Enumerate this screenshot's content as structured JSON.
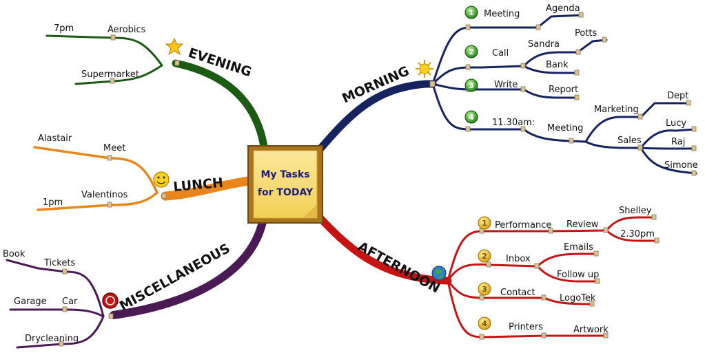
{
  "center": {
    "line1": "My Tasks",
    "line2": "for TODAY"
  },
  "branches": {
    "morning": {
      "label": "MORNING",
      "color": "#17235f",
      "icon": "sun-icon"
    },
    "afternoon": {
      "label": "AFTERNOON",
      "color": "#c41414",
      "icon": "globe-icon"
    },
    "evening": {
      "label": "EVENING",
      "color": "#1d5a16",
      "icon": "star-icon"
    },
    "lunch": {
      "label": "LUNCH",
      "color": "#e8861c",
      "icon": "smiley-icon"
    },
    "misc": {
      "label": "MISCELLANEOUS",
      "color": "#4a1a55",
      "icon": "stop-icon"
    }
  },
  "morning": {
    "numbers": [
      "1",
      "2",
      "3",
      "4"
    ],
    "meeting": "Meeting",
    "agenda": "Agenda",
    "call": "Call",
    "sandra": "Sandra",
    "potts": "Potts",
    "bank": "Bank",
    "write": "Write",
    "report": "Report",
    "time": "11.30am:",
    "meeting2": "Meeting",
    "marketing": "Marketing",
    "dept": "Dept",
    "sales": "Sales",
    "lucy": "Lucy",
    "raj": "Raj",
    "simone": "Simone"
  },
  "afternoon": {
    "numbers": [
      "1",
      "2",
      "3",
      "4"
    ],
    "performance": "Performance",
    "review": "Review",
    "shelley": "Shelley",
    "time": "2.30pm",
    "inbox": "Inbox",
    "emails": "Emails",
    "followup": "Follow up",
    "contact": "Contact",
    "logotek": "LogoTek",
    "printers": "Printers",
    "artwork": "Artwork"
  },
  "evening": {
    "time": "7pm",
    "aerobics": "Aerobics",
    "supermarket": "Supermarket"
  },
  "lunch": {
    "alastair": "Alastair",
    "meet": "Meet",
    "time": "1pm",
    "valentinos": "Valentinos"
  },
  "misc": {
    "book": "Book",
    "tickets": "Tickets",
    "garage": "Garage",
    "car": "Car",
    "drycleaning": "Drycleaning"
  }
}
